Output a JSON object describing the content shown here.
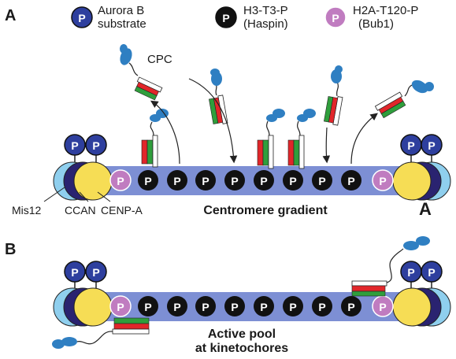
{
  "panel_a": {
    "letter": "A",
    "legend": {
      "aurora_b": {
        "symbol": "P",
        "line1": "Aurora B",
        "line2": "substrate",
        "color": "#2e3f9e"
      },
      "h3t3": {
        "symbol": "P",
        "line1": "H3-T3-P",
        "line2": "(Haspin)",
        "color": "#111111"
      },
      "h2a": {
        "symbol": "P",
        "line1": "H2A-T120-P",
        "line2": "(Bub1)",
        "color": "#c07cc0"
      }
    },
    "cpc_label": "CPC",
    "mis12_label": "Mis12",
    "ccan_label": "CCAN",
    "cenpa_label": "CENP-A",
    "title": "Centromere gradient",
    "corner_letter": "A"
  },
  "panel_b": {
    "letter": "B",
    "title_line1": "Active pool",
    "title_line2": "at kinetochores"
  },
  "colors": {
    "chromatin": "#7d8fd4",
    "mis12": "#8fcfee",
    "ccan": "#2a2370",
    "cenpa": "#f6dd55",
    "aurora": "#2e3f9e",
    "haspin": "#111111",
    "bub1": "#c07cc0",
    "cpc_blue": "#2f7fc2",
    "cpc_red": "#e1262a",
    "cpc_green": "#2f9e3c"
  }
}
